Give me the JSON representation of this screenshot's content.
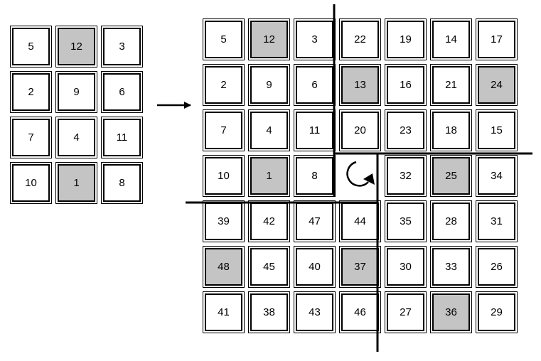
{
  "small_grid": {
    "cells": [
      [
        "5",
        "12",
        "3"
      ],
      [
        "2",
        "9",
        "6"
      ],
      [
        "7",
        "4",
        "11"
      ],
      [
        "10",
        "1",
        "8"
      ]
    ],
    "shaded": [
      [
        0,
        1
      ],
      [
        3,
        1
      ]
    ]
  },
  "large_grid": {
    "cells": [
      [
        "5",
        "12",
        "3",
        "22",
        "19",
        "14",
        "17"
      ],
      [
        "2",
        "9",
        "6",
        "13",
        "16",
        "21",
        "24"
      ],
      [
        "7",
        "4",
        "11",
        "20",
        "23",
        "18",
        "15"
      ],
      [
        "10",
        "1",
        "8",
        "",
        "32",
        "25",
        "34"
      ],
      [
        "39",
        "42",
        "47",
        "44",
        "35",
        "28",
        "31"
      ],
      [
        "48",
        "45",
        "40",
        "37",
        "30",
        "33",
        "26"
      ],
      [
        "41",
        "38",
        "43",
        "46",
        "27",
        "36",
        "29"
      ]
    ],
    "shaded": [
      [
        0,
        1
      ],
      [
        1,
        3
      ],
      [
        1,
        6
      ],
      [
        3,
        1
      ],
      [
        3,
        5
      ],
      [
        5,
        0
      ],
      [
        5,
        3
      ],
      [
        6,
        5
      ]
    ]
  }
}
